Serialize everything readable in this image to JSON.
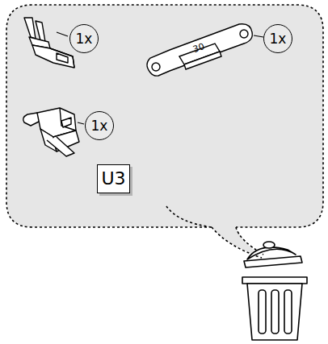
{
  "diagram": {
    "nodes": [
      {
        "text": [
          "1x"
        ]
      },
      {
        "text": [
          "1x"
        ]
      },
      {
        "text": [
          "1x"
        ]
      },
      {
        "text": [
          "U3"
        ]
      }
    ],
    "labels": [
      "30"
    ]
  }
}
